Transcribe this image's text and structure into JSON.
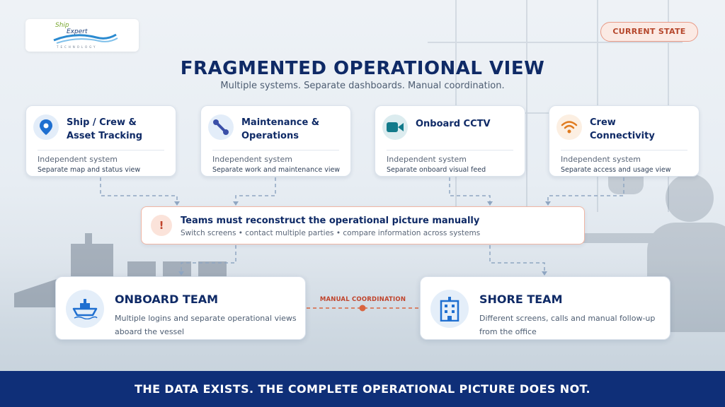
{
  "logo": {
    "line1": "Ship",
    "line2": "Expert",
    "line3": "TECHNOLOGY"
  },
  "badge": "CURRENT STATE",
  "title": "FRAGMENTED OPERATIONAL VIEW",
  "subtitle": "Multiple systems. Separate dashboards. Manual coordination.",
  "systems": [
    {
      "name_l1": "Ship / Crew &",
      "name_l2": "Asset Tracking",
      "kind": "Independent system",
      "desc": "Separate map and status view",
      "icon": "location-pin-icon"
    },
    {
      "name_l1": "Maintenance &",
      "name_l2": "Operations",
      "kind": "Independent system",
      "desc": "Separate work and maintenance view",
      "icon": "wrench-icon"
    },
    {
      "name_l1": "Onboard CCTV",
      "name_l2": "",
      "kind": "Independent system",
      "desc": "Separate onboard visual feed",
      "icon": "video-camera-icon"
    },
    {
      "name_l1": "Crew",
      "name_l2": "Connectivity",
      "kind": "Independent system",
      "desc": "Separate access and usage view",
      "icon": "wifi-icon"
    }
  ],
  "reconstruct": {
    "alert": "!",
    "head": "Teams must reconstruct the operational picture manually",
    "sub": "Switch screens • contact multiple parties • compare information across systems"
  },
  "onboard": {
    "name": "ONBOARD TEAM",
    "desc": "Multiple logins and separate operational views aboard the vessel",
    "icon": "ship-icon"
  },
  "shore": {
    "name": "SHORE TEAM",
    "desc": "Different screens, calls and manual follow-up from the office",
    "icon": "office-building-icon"
  },
  "coordination_label": "MANUAL COORDINATION",
  "footer": "THE DATA EXISTS. THE COMPLETE OPERATIONAL PICTURE DOES NOT.",
  "colors": {
    "navy": "#0f2a66",
    "accent_blue": "#1f6fd0",
    "alert_red": "#c0432b",
    "footer_bg": "#0f2f78"
  }
}
